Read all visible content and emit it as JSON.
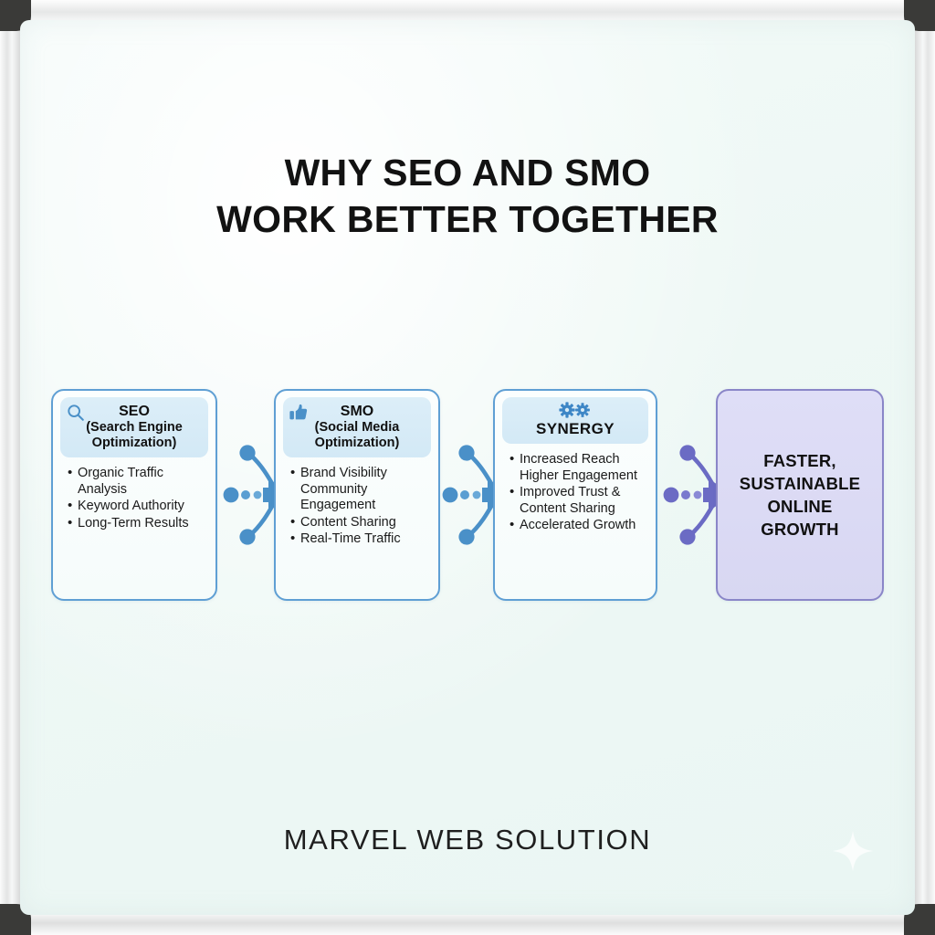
{
  "title": {
    "line1": "WHY SEO AND SMO",
    "line2": "WORK BETTER TOGETHER"
  },
  "footer": {
    "brand": "MARVEL WEB SOLUTION"
  },
  "colors": {
    "board_background": "#eef8f5",
    "card_border_blue": "#5f9fd4",
    "card_header_pill": "#d8ecf7",
    "connector_blue": "#4a90c8",
    "connector_purple": "#6b6bc4",
    "goal_card_background": "#dfdef7",
    "goal_card_border": "#8a86c8",
    "frame_corner": "#3a3a38",
    "text_primary": "#121212"
  },
  "flow": {
    "cards": [
      {
        "id": "seo",
        "icon": "magnifier-icon",
        "title": "SEO",
        "subtitle_line1": "(Search Engine",
        "subtitle_line2": "Optimization)",
        "bullets": [
          "Organic Traffic Analysis",
          "Keyword Authority",
          "Long-Term Results"
        ]
      },
      {
        "id": "smo",
        "icon": "thumbs-up-icon",
        "title": "SMO",
        "subtitle_line1": "(Social Media",
        "subtitle_line2": "Optimization)",
        "bullets": [
          "Brand Visibility Community Engagement",
          "Content Sharing",
          "Real-Time Traffic"
        ]
      },
      {
        "id": "synergy",
        "icon": "gears-icon",
        "title": "SYNERGY",
        "subtitle_line1": "",
        "subtitle_line2": "",
        "bullets": [
          "Increased Reach Higher Engagement",
          "Improved Trust & Content Sharing",
          "Accelerated Growth"
        ]
      }
    ],
    "goal": {
      "id": "growth",
      "line1": "FASTER,",
      "line2": "SUSTAINABLE",
      "line3": "ONLINE",
      "line4": "GROWTH"
    },
    "connectors": [
      {
        "id": "seo-to-smo",
        "color": "#4a90c8"
      },
      {
        "id": "smo-to-synergy",
        "color": "#4a90c8"
      },
      {
        "id": "synergy-to-growth",
        "color": "#6b6bc4"
      }
    ]
  }
}
